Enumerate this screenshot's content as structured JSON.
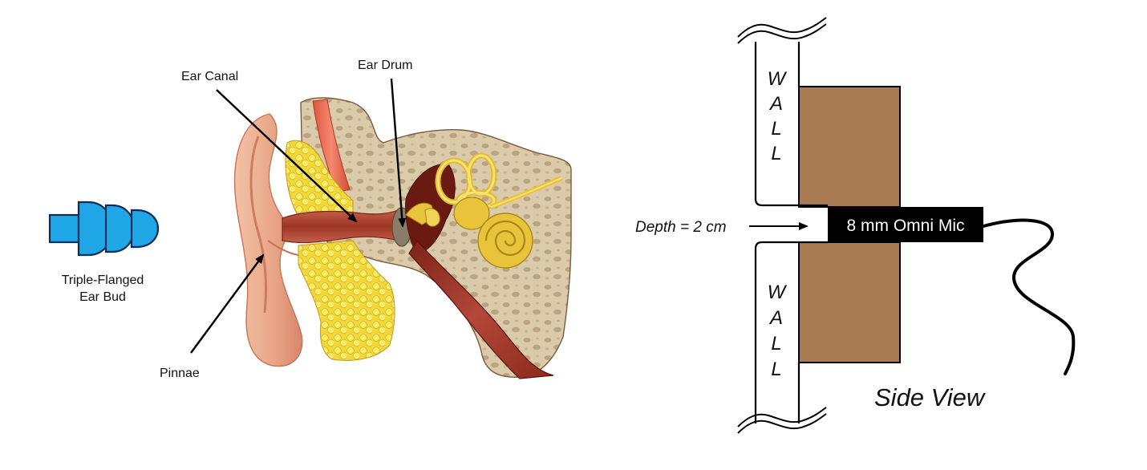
{
  "left_panel": {
    "earbud_label_line1": "Triple-Flanged",
    "earbud_label_line2": "Ear Bud",
    "labels": {
      "ear_canal": "Ear Canal",
      "ear_drum": "Ear Drum",
      "pinnae": "Pinnae"
    }
  },
  "right_panel": {
    "wall_letters": [
      "W",
      "A",
      "L",
      "L"
    ],
    "depth_label": "Depth = 2 cm",
    "mic_label": "8 mm Omni Mic",
    "view_label": "Side View"
  },
  "colors": {
    "earbud_fill": "#1ea6e6",
    "earbud_stroke": "#0b2d57",
    "bone": "#d9c7a6",
    "fat": "#f2e04a",
    "flesh": "#ecae90",
    "canal": "#a8402c",
    "inner_ear": "#e8c43a",
    "block": "#a87b52",
    "mic_body": "#000000"
  }
}
